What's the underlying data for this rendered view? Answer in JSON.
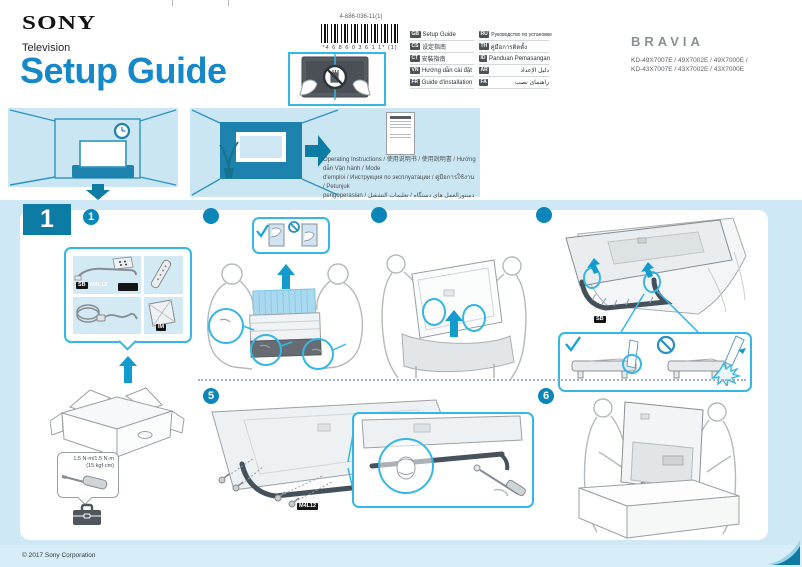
{
  "document": {
    "brand": "SONY",
    "product_type": "Television",
    "title": "Setup Guide",
    "part_number": "4-686-036-11(1)",
    "barcode_text": "*4 6 8 6 0 3 6 1 1* (1)",
    "series_logo": "BRAVIA",
    "models_line1": "KD-49X7007E / 49X7002E / 49X7000E /",
    "models_line2": "KD-43X7007E / 43X7002E / 43X7000E",
    "copyright": "© 2017 Sony Corporation"
  },
  "language_table": {
    "left": [
      {
        "code": "GB",
        "label": "Setup Guide"
      },
      {
        "code": "CS",
        "label": "设定指南"
      },
      {
        "code": "CT",
        "label": "安裝指南"
      },
      {
        "code": "VN",
        "label": "Hướng dẫn cài đặt"
      },
      {
        "code": "FR",
        "label": "Guide d'installation"
      }
    ],
    "right": [
      {
        "code": "RU",
        "label": "Руководство по установке"
      },
      {
        "code": "TH",
        "label": "คู่มือการติดตั้ง"
      },
      {
        "code": "ID",
        "label": "Panduan Pemasangan"
      },
      {
        "code": "AR",
        "label": "دليل الإعداد"
      },
      {
        "code": "FA",
        "label": "راهنمای نصب"
      }
    ]
  },
  "banner": {
    "docs_line1": "Operating Instructions / 使用说明书 / 使用說明書 / Hướng dẫn Vận hành / Mode",
    "docs_line2": "d'emploi / Инструкция по эксплуатации / คู่มือการใช้งาน / Petunjuk",
    "docs_line3": "pengoperasian / دستورالعمل های دستگاه / تعليمات التشغيل"
  },
  "steps": {
    "section_number": "1",
    "badges": [
      "1",
      "",
      "",
      "",
      "5",
      "6"
    ]
  },
  "part_labels": {
    "stand_bracket": "SB",
    "screws": "M4L12",
    "manual_bag": "IM",
    "step4_bracket": "SB",
    "step5_screws": "M4L12"
  },
  "torque_note": {
    "line1": "1.5 N·m/1.5 N·m",
    "line2": "(15 kgf·cm)"
  },
  "colors": {
    "title_blue": "#1488c8",
    "teal_dark": "#0d7ca5",
    "badge_blue": "#0a87b8",
    "cyan_callout": "#35b7e5",
    "panel_light_blue": "#cbe6f3",
    "main_bg_blue": "#cee9f5",
    "wall_teal": "#1d82ad",
    "illustration_gray": "#9aa0a5"
  }
}
